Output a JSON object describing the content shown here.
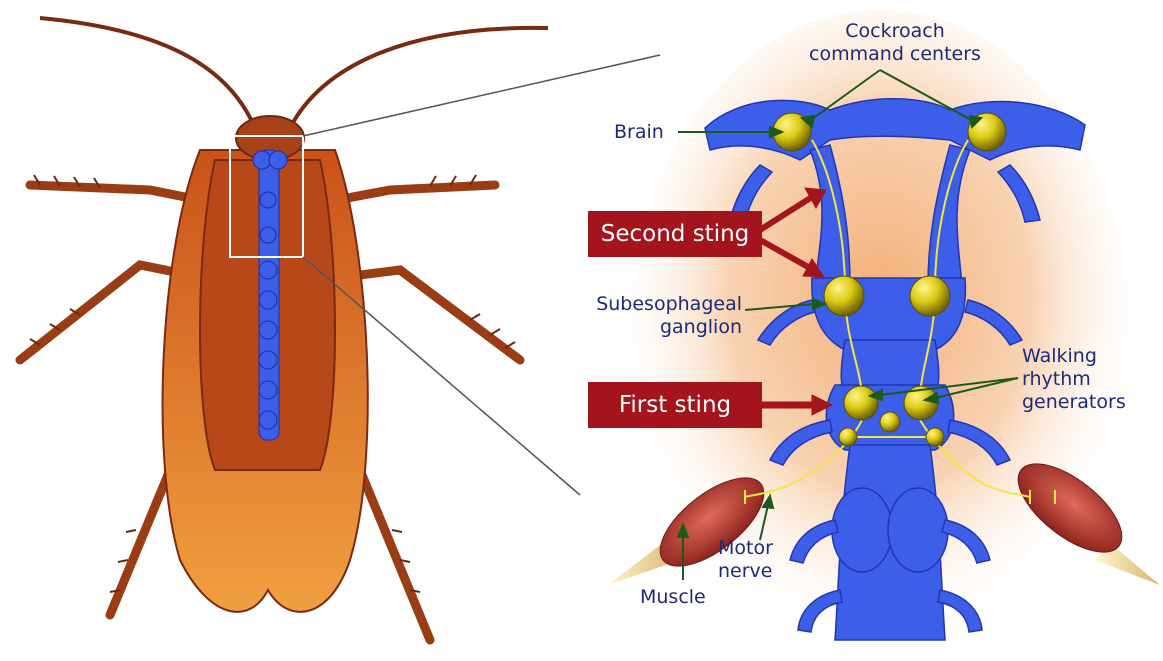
{
  "labels": {
    "cockroach_command_centers": [
      "Cockroach",
      "command centers"
    ],
    "brain": "Brain",
    "second_sting": "Second sting",
    "subesophageal_ganglion": [
      "Subesophageal",
      "ganglion"
    ],
    "first_sting": "First sting",
    "walking_rhythm_generators": [
      "Walking",
      "rhythm",
      "generators"
    ],
    "motor_nerve": [
      "Motor",
      "nerve"
    ],
    "muscle": "Muscle"
  },
  "colors": {
    "sting_box": "#a3141c",
    "nerve_cord": "#3d5ee8",
    "ganglion": "#e2d21c",
    "label_text": "#1e2a78",
    "pointer": "#1c5a1c",
    "muscle": "#b83a32",
    "cockroach_body": "#c8561a"
  }
}
